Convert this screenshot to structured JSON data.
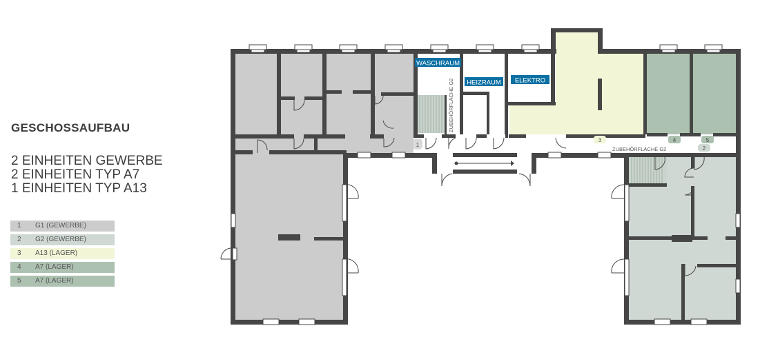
{
  "heading": "GESCHOSSAUFBAU",
  "summary": [
    "2 EINHEITEN GEWERBE",
    "2 EINHEITEN TYP A7",
    "1 EINHEITEN TYP A13"
  ],
  "legend": [
    {
      "num": "1",
      "label": "G1 (GEWERBE)",
      "color": "#cccccc"
    },
    {
      "num": "2",
      "label": "G2 (GEWERBE)",
      "color": "#cfd8d3"
    },
    {
      "num": "3",
      "label": "A13 (LAGER)",
      "color": "#f2f6d6"
    },
    {
      "num": "4",
      "label": "A7 (LAGER)",
      "color": "#adc1b1"
    },
    {
      "num": "5",
      "label": "A7 (LAGER)",
      "color": "#adc1b1"
    }
  ],
  "plan": {
    "labels": {
      "waschraum": "WASCHRAUM",
      "heizraum": "HEIZRAUM",
      "elektro": "ELEKTRO",
      "zubehoer_vertical": "ZUBEHÖRFLÄCHE G2",
      "zubehoer_horizontal": "ZUBEHÖRFLÄCHE G2"
    },
    "unit_markers": [
      "1",
      "2",
      "3",
      "4",
      "5"
    ],
    "colors": {
      "wall": "#464646",
      "room_label_bg": "#0a6fa3",
      "g1": "#cccccc",
      "g2": "#cfd8d3",
      "a13": "#f2f6d6",
      "a7": "#adc1b1",
      "stair": "#c9d4cc"
    }
  }
}
